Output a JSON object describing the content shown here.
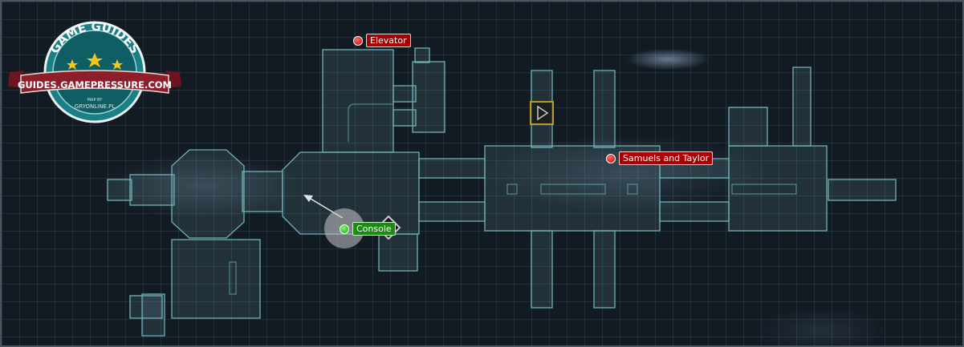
{
  "map": {
    "markers": [
      {
        "id": "elevator",
        "label": "Elevator",
        "color": "#a80000"
      },
      {
        "id": "samuels",
        "label": "Samuels and Taylor",
        "color": "#a80000"
      },
      {
        "id": "console",
        "label": "Console",
        "color": "#1e8a14"
      }
    ],
    "watermark": {
      "top_text": "GAME GUIDES",
      "banner_text": "GUIDES.GAMEPRESSURE.COM",
      "bottom_text": "MAP BY",
      "bottom_text2": "GRYONLINE.PL",
      "ring_color": "#1b7f86",
      "banner_color": "#8d1e2a"
    }
  }
}
